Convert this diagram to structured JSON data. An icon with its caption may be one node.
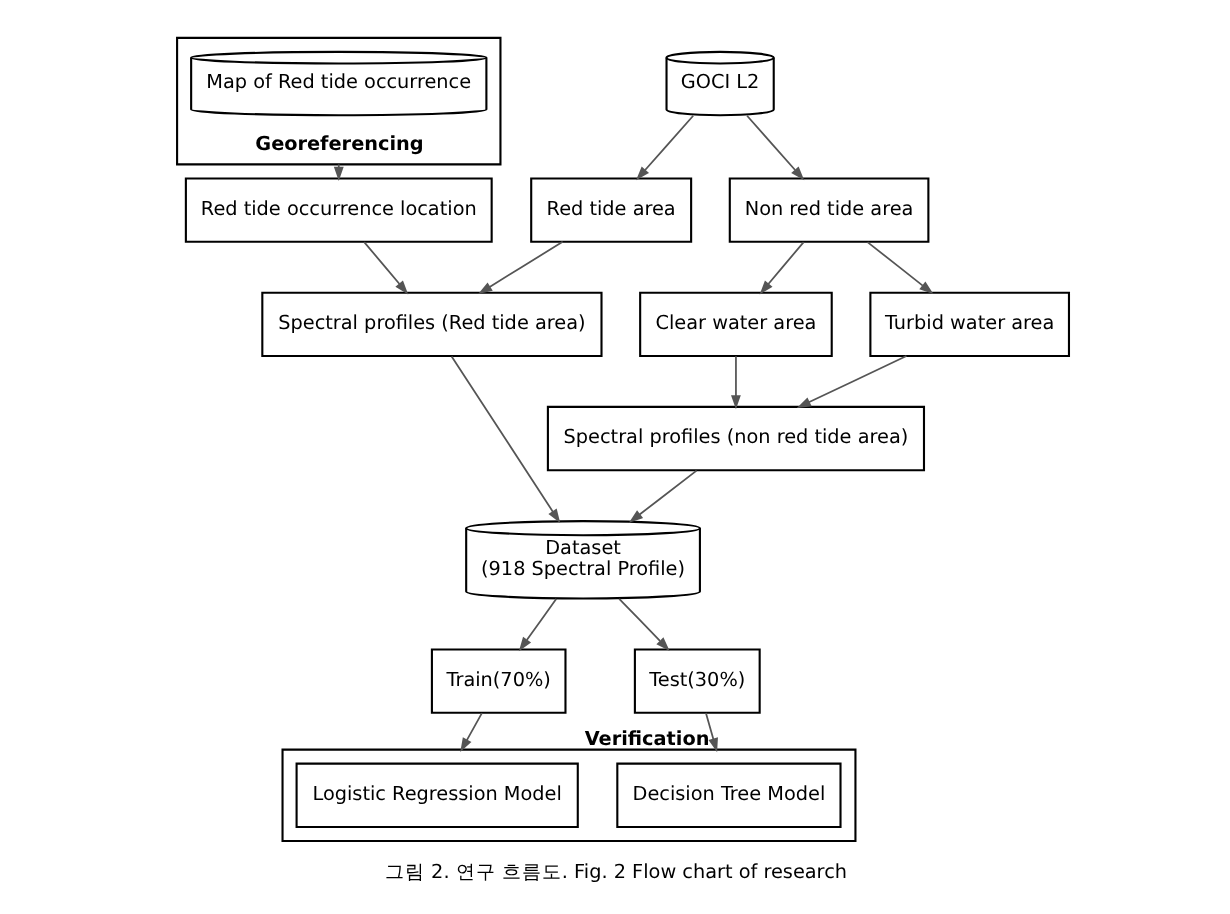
{
  "diagram": {
    "caption": "그림 2. 연구 흐름도. Fig. 2 Flow chart of research",
    "nodes": [
      {
        "text": [
          "Georeferencing"
        ]
      },
      {
        "text": [
          "Map of Red tide occurrence"
        ],
        "in": 0
      },
      {
        "text": [
          "Red tide occurrence location"
        ]
      },
      {
        "text": [
          "GOCI L2"
        ]
      },
      {
        "text": [
          "Red tide area"
        ]
      },
      {
        "text": [
          "Non red tide area"
        ]
      },
      {
        "text": [
          "Clear water area"
        ]
      },
      {
        "text": [
          "Turbid water area"
        ]
      },
      {
        "text": [
          "Spectral profiles (Red tide area)"
        ]
      },
      {
        "text": [
          "Spectral profiles (non red tide area)"
        ]
      },
      {
        "text": [
          "Dataset",
          "(918 Spectral Profile)"
        ]
      },
      {
        "text": [
          "Train(70%)"
        ]
      },
      {
        "text": [
          "Test(30%)"
        ]
      },
      {
        "text": [],
        "shape": "box"
      },
      {
        "text": [
          "Logistic Regression Model"
        ],
        "in": 13
      },
      {
        "text": [
          "Decision Tree Model"
        ],
        "in": 13
      }
    ],
    "edges": [
      {
        "from": 0,
        "to": 2,
        "arrow": "to"
      },
      {
        "from": 3,
        "to": 4,
        "arrow": "to"
      },
      {
        "from": 3,
        "to": 5,
        "arrow": "to"
      },
      {
        "from": 5,
        "to": 6,
        "arrow": "to"
      },
      {
        "from": 5,
        "to": 7,
        "arrow": "to"
      },
      {
        "from": 2,
        "to": 8,
        "arrow": "to"
      },
      {
        "from": 4,
        "to": 8,
        "arrow": "to"
      },
      {
        "from": 6,
        "to": 9,
        "arrow": "to"
      },
      {
        "from": 7,
        "to": 9,
        "arrow": "to"
      },
      {
        "from": 8,
        "to": 10,
        "arrow": "to"
      },
      {
        "from": 9,
        "to": 10,
        "arrow": "to"
      },
      {
        "from": 10,
        "to": 11,
        "arrow": "to"
      },
      {
        "from": 10,
        "to": 12,
        "arrow": "to"
      },
      {
        "from": 11,
        "to": 13,
        "arrow": "to"
      },
      {
        "from": 12,
        "to": 13,
        "arrow": "to",
        "label": "Verification"
      }
    ]
  }
}
